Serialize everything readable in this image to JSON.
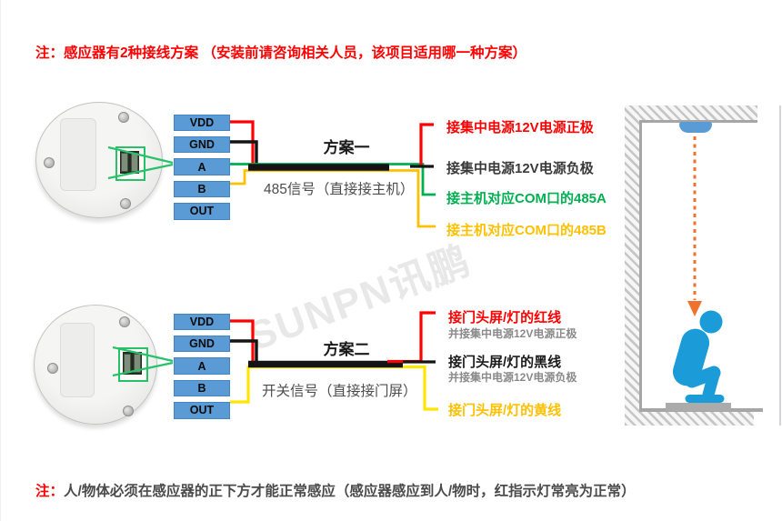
{
  "notes": {
    "top": {
      "prefix": "注：",
      "text": "感应器有2种接线方案 （安装前请咨询相关人员，该项目适用哪一种方案）"
    },
    "bottom": {
      "prefix": "注：",
      "text": "人/物体必须在感应器的正下方才能正常感应（感应器感应到人/物时，红指示灯常亮为正常）"
    }
  },
  "sensor": {
    "pins": [
      "VDD",
      "GND",
      "A",
      "B",
      "OUT"
    ]
  },
  "scheme1": {
    "title": "方案一",
    "cable_label": "485信号（直接接主机）",
    "wires": [
      {
        "label": "接集中电源12V电源正极",
        "color": "#ff0000"
      },
      {
        "label": "接集中电源12V电源负极",
        "color": "#3a3a3a"
      },
      {
        "label": "接主机对应COM口的485A",
        "color": "#00b050"
      },
      {
        "label": "接主机对应COM口的485B",
        "color": "#ffc000"
      }
    ]
  },
  "scheme2": {
    "title": "方案二",
    "cable_label": "开关信号（直接接门屏）",
    "wires": [
      {
        "label": "接门头屏/灯的红线",
        "sub": "并接集中电源12V电源正极",
        "color": "#ff0000"
      },
      {
        "label": "接门头屏/灯的黑线",
        "sub": "并接集中电源12V电源负极",
        "color": "#1a1a1a"
      },
      {
        "label": "接门头屏/灯的黄线",
        "sub": "",
        "color": "#ffc000"
      }
    ]
  },
  "watermark": "SUNPN讯鹏",
  "colors": {
    "pin_box_blue": "#5b9bd5",
    "wire_red": "#ff0000",
    "wire_black": "#141414",
    "wire_green": "#00b050",
    "wire_yellow_orange": "#ffc000",
    "wire_yellow_bright": "#ffe600",
    "callout_green": "#27c268",
    "person_blue": "#1b9cd8",
    "beam_orange": "#f0712c",
    "note_red": "#ff0000"
  }
}
